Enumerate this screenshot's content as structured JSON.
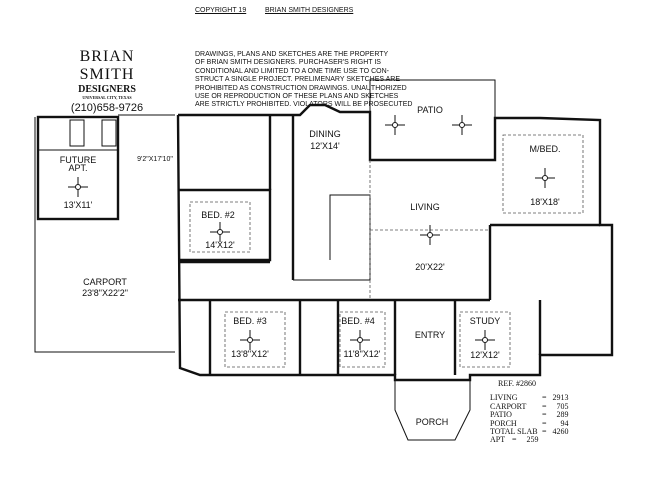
{
  "header": {
    "copyright": "COPYRIGHT 19",
    "company_line": "BRIAN  SMITH DESIGNERS",
    "notice_lines": [
      "DRAWINGS, PLANS AND SKETCHES ARE THE PROPERTY",
      "OF BRIAN SMITH DESIGNERS.  PURCHASER'S RIGHT IS",
      "CONDITIONAL AND LIMITED TO A ONE TIME USE TO CON-",
      "STRUCT A SINGLE PROJECT.  PRELIMENARY SKETCHES ARE",
      "PROHIBITED AS CONSTRUCTION DRAWINGS.  UNAUTHORIZED",
      "USE OR REPRODUCTION OF THESE PLANS AND SKETCHES",
      "ARE STRICTLY PROHIBITED.  VIOLATORS WILL BE PROSECUTED"
    ]
  },
  "logo": {
    "name": "BRIAN  SMITH",
    "sub": "DESIGNERS",
    "city": "UNIVERSAL CITY, TEXAS",
    "phone": "(210)658-9726"
  },
  "rooms": {
    "future_apt": {
      "name1": "FUTURE",
      "name2": "APT.",
      "size": "13'X11'"
    },
    "breezeway": {
      "size": "9'2\"X17'10\""
    },
    "carport": {
      "name": "CARPORT",
      "size": "23'8\"X22'2\""
    },
    "dining": {
      "name": "DINING",
      "size": "12'X14'"
    },
    "patio": {
      "name": "PATIO"
    },
    "living": {
      "name": "LIVING",
      "size": "20'X22'"
    },
    "master": {
      "name": "M/BED.",
      "size": "18'X18'"
    },
    "bed2": {
      "name": "BED. #2",
      "size": "14'X12'"
    },
    "bed3": {
      "name": "BED. #3",
      "size": "13'8\"X12'"
    },
    "bed4": {
      "name": "BED. #4",
      "size": "11'8\"X12'"
    },
    "entry": {
      "name": "ENTRY"
    },
    "study": {
      "name": "STUDY",
      "size": "12'X12'"
    },
    "porch": {
      "name": "PORCH"
    }
  },
  "stats": {
    "ref": "REF. #2860",
    "rows": [
      {
        "k": "LIVING",
        "v": "2913"
      },
      {
        "k": "CARPORT",
        "v": "705"
      },
      {
        "k": "PATIO",
        "v": "289"
      },
      {
        "k": "PORCH",
        "v": "94"
      },
      {
        "k": "TOTAL SLAB",
        "v": "4260"
      },
      {
        "k": "APT",
        "v": "259"
      }
    ]
  }
}
